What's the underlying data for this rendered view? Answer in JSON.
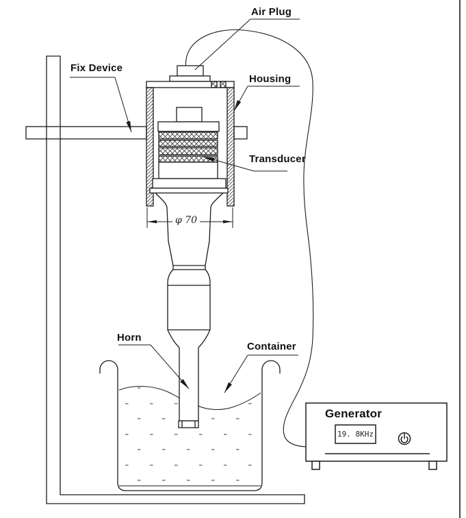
{
  "labels": {
    "air_plug": "Air Plug",
    "fix_device": "Fix Device",
    "housing": "Housing",
    "transducer": "Transducer",
    "horn": "Horn",
    "container": "Container"
  },
  "generator": {
    "title": "Generator",
    "display_value": "19. 8KHz"
  },
  "dimension": "φ 70",
  "icons": {
    "generator_power": "power-button-icon"
  },
  "colors": {
    "line": "#1a1a1a",
    "hatch": "#3a3a3a",
    "liquid_dots": "#8a8a8a",
    "background": "#ffffff"
  }
}
